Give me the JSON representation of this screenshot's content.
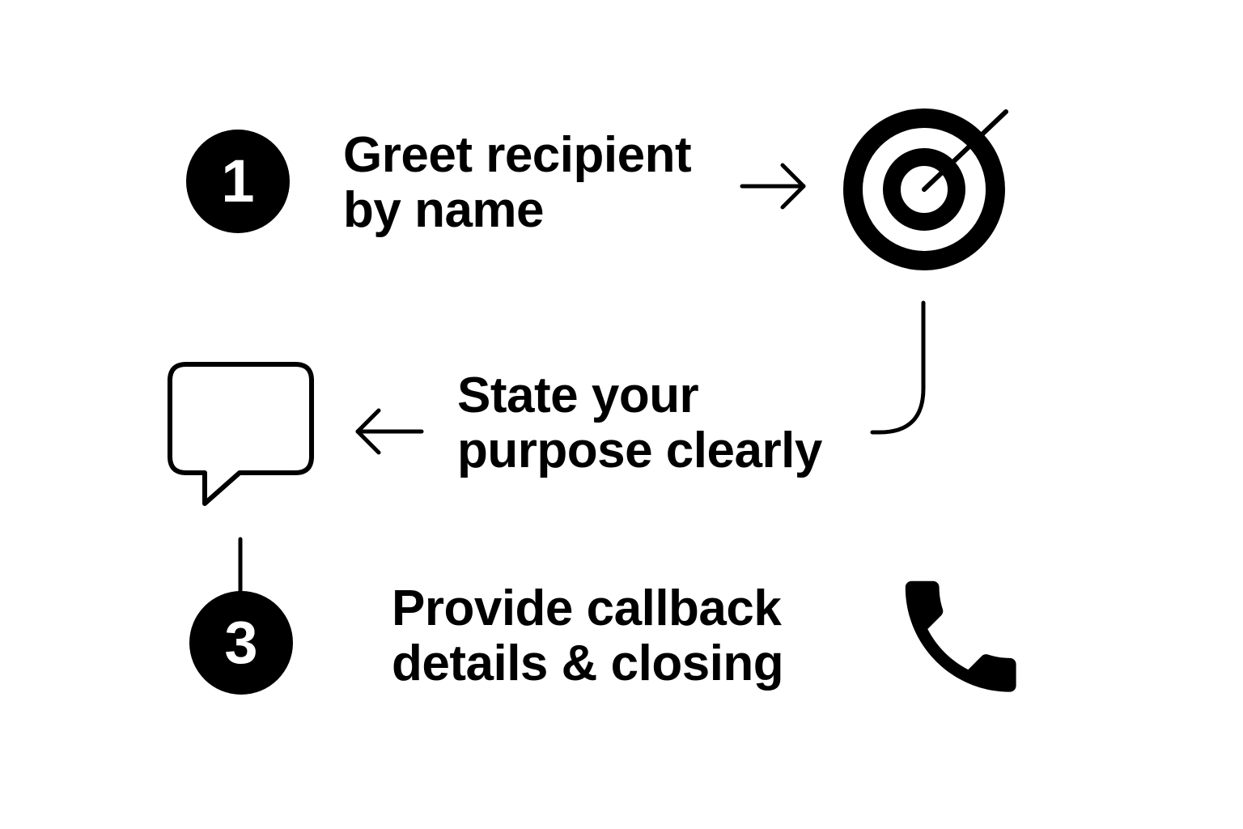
{
  "steps": [
    {
      "number": "1",
      "line1": "Greet recipient",
      "line2": "by name",
      "icon": "target-icon"
    },
    {
      "number": "",
      "line1": "State your",
      "line2": "purpose clearly",
      "icon": "speech-bubble-icon"
    },
    {
      "number": "3",
      "line1": "Provide callback",
      "line2": "details & closing",
      "icon": "phone-icon"
    }
  ],
  "colors": {
    "ink": "#000000",
    "background": "#ffffff"
  }
}
